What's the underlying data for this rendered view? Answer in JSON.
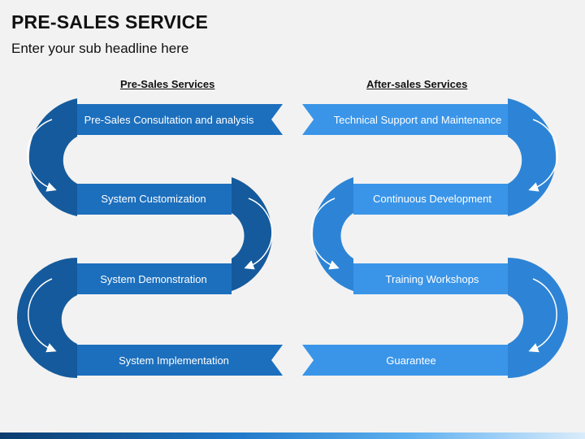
{
  "page": {
    "title": "PRE-SALES SERVICE",
    "subtitle": "Enter your sub headline here"
  },
  "left_column": {
    "heading": "Pre-Sales Services",
    "steps": [
      "Pre-Sales Consultation and analysis",
      "System Customization",
      "System Demonstration",
      "System Implementation"
    ]
  },
  "right_column": {
    "heading": "After-sales Services",
    "steps": [
      "Technical Support and Maintenance",
      "Continuous Development",
      "Training Workshops",
      "Guarantee"
    ]
  },
  "colors": {
    "left_band": "#1c6fbd",
    "left_arc": "#155a9c",
    "left_arc_inner": "#1d72c2",
    "right_band": "#3a95e8",
    "right_arc": "#2d84d6",
    "right_arc_inner": "#3d97ea"
  }
}
